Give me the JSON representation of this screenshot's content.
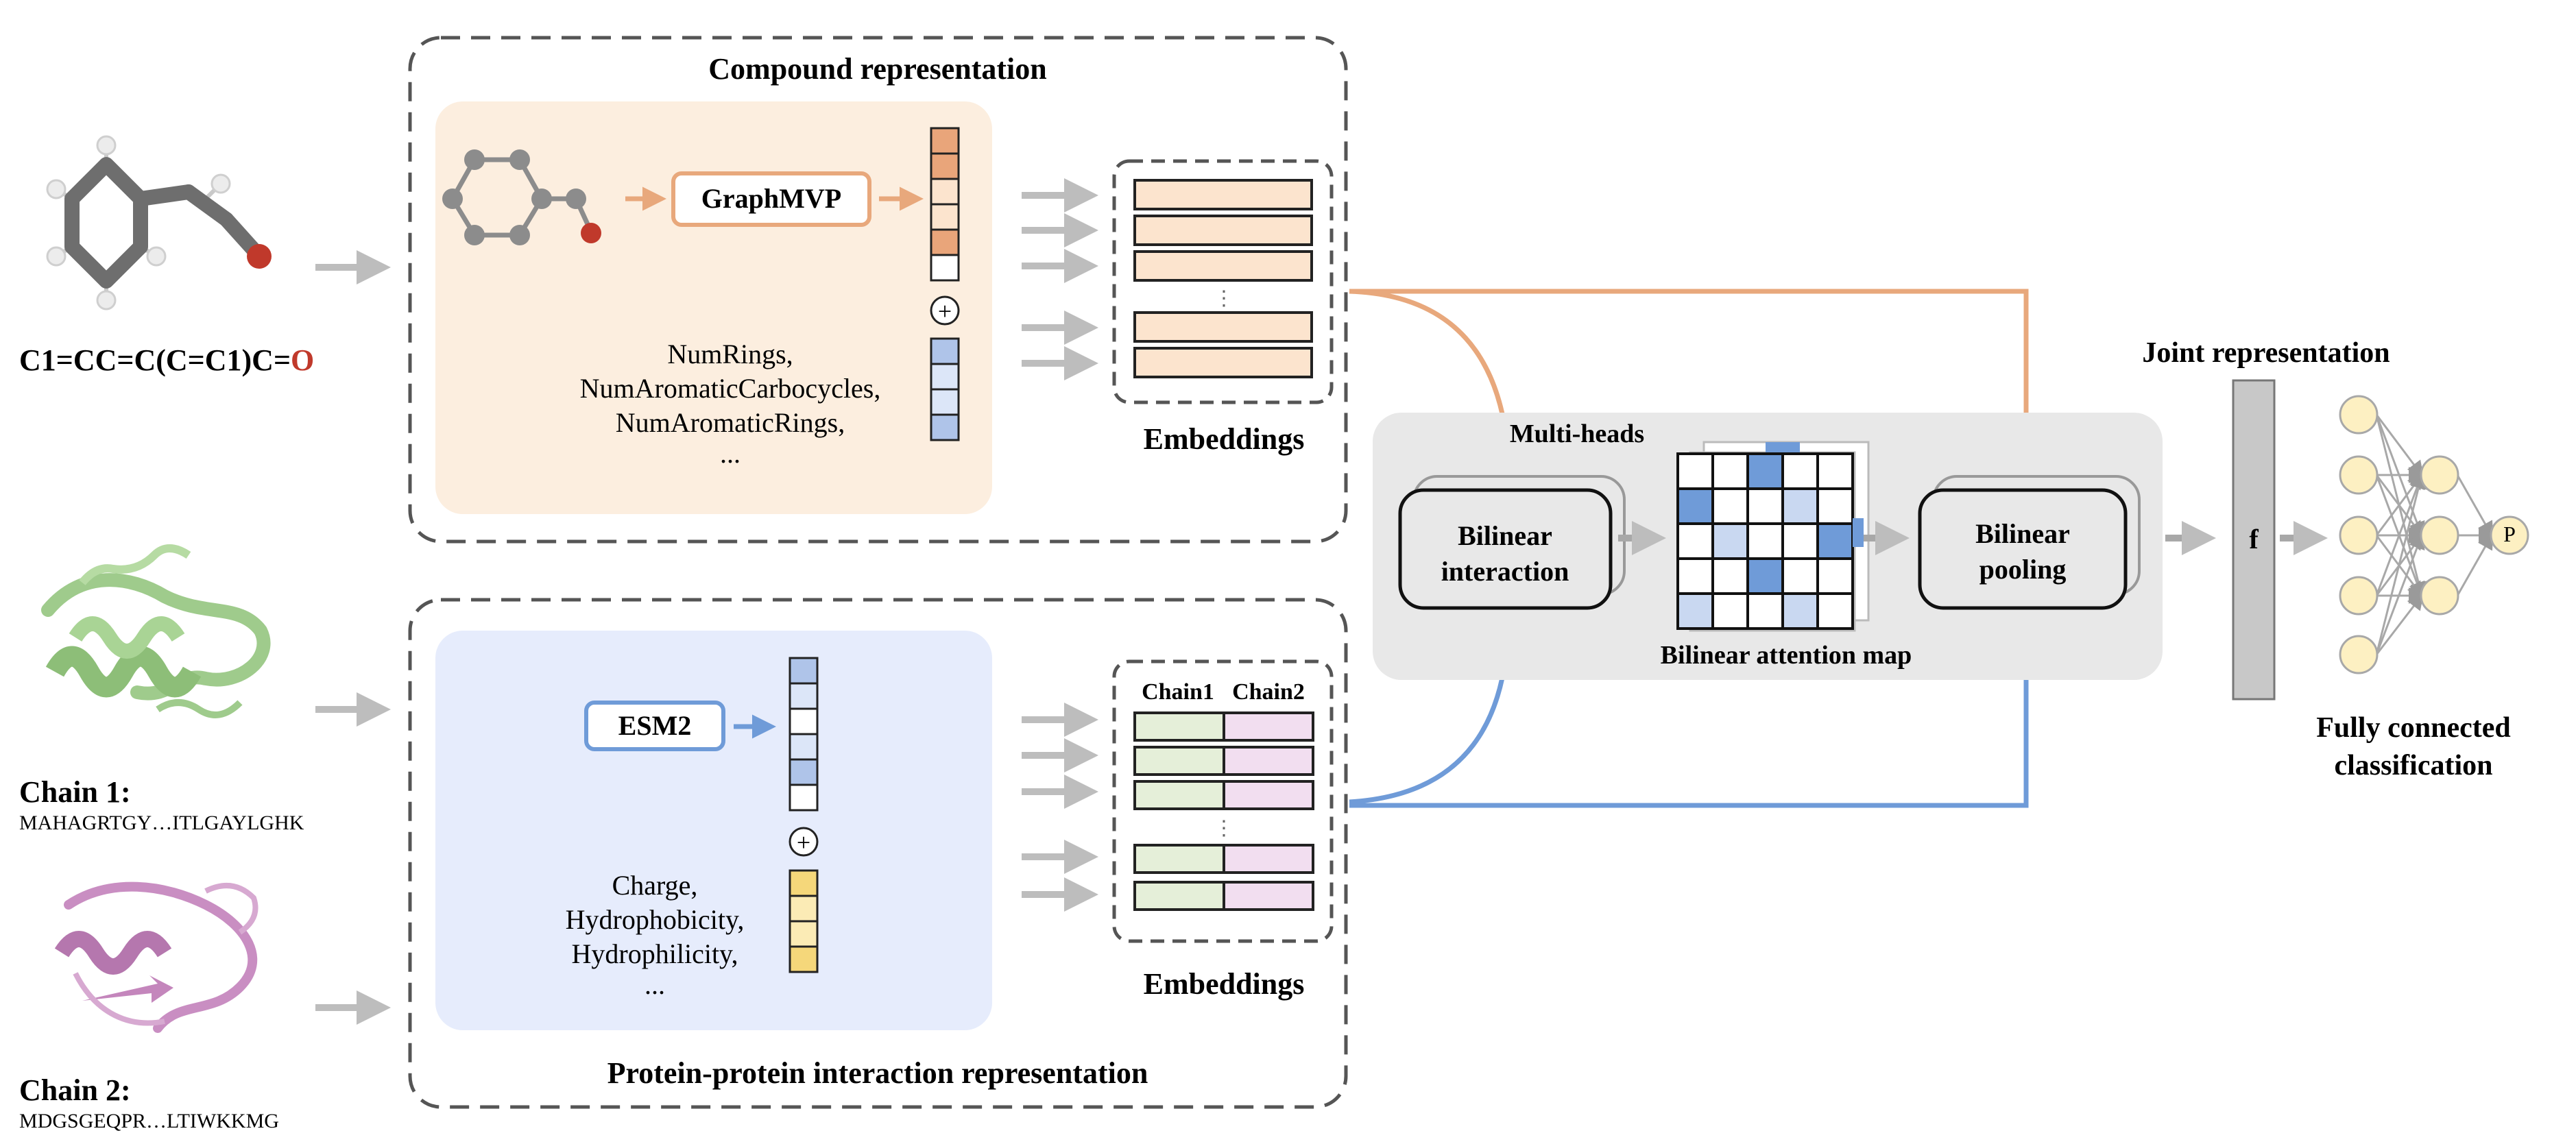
{
  "compound": {
    "title": "Compound representation",
    "smiles_prefix": "C1=CC=C(C=C1)C=",
    "smiles_oxygen": "O",
    "model": "GraphMVP",
    "features": [
      "NumRings,",
      "NumAromaticCarbocycles,",
      "NumAromaticRings,",
      "..."
    ],
    "plus_symbol": "+",
    "embeddings_label": "Embeddings",
    "dots": "⋮"
  },
  "protein": {
    "title": "Protein-protein interaction representation",
    "chain1_label": "Chain 1:",
    "chain1_seq": "MAHAGRTGY…ITLGAYLGHK",
    "chain2_label": "Chain 2:",
    "chain2_seq": "MDGSGEQPR…LTIWKKMG",
    "model": "ESM2",
    "features": [
      "Charge,",
      "Hydrophobicity,",
      "Hydrophilicity,",
      "..."
    ],
    "plus_symbol": "+",
    "embeddings_label": "Embeddings",
    "col_chain1": "Chain1",
    "col_chain2": "Chain2",
    "dots": "⋮"
  },
  "attention": {
    "multiheads_label": "Multi-heads",
    "bilinear_interaction": [
      "Bilinear",
      "interaction"
    ],
    "attention_map_label": "Bilinear attention map",
    "bilinear_pooling": [
      "Bilinear",
      "pooling"
    ]
  },
  "output": {
    "joint_label": "Joint representation",
    "f_label": "f",
    "classifier_label": [
      "Fully connected",
      "classification"
    ],
    "output_node": "P"
  },
  "colors": {
    "compound_accent": "#E8A87C",
    "compound_bg": "#FCEEDF",
    "protein_accent": "#6F9BD8",
    "protein_bg": "#E6ECFC",
    "chain1_fill": "#E5EFD9",
    "chain2_fill": "#F2DEF0",
    "attention_bg": "#E8E8E8",
    "oxygen_red": "#C0392B",
    "vector_orange": "#E9A57A",
    "vector_blue": "#AFC4E9",
    "vector_yellow": "#F5D77A",
    "neuron_fill": "#FDF0C2",
    "arrow_gray": "#BDBDBD"
  }
}
